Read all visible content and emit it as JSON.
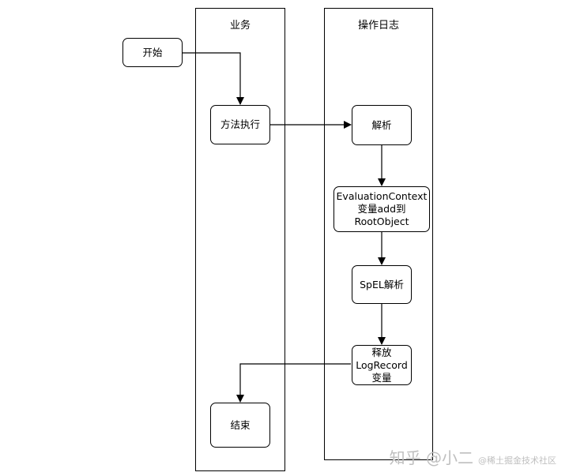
{
  "lanes": {
    "business": "业务",
    "oplog": "操作日志"
  },
  "nodes": {
    "start": "开始",
    "execute": "方法执行",
    "parse": "解析",
    "eval_line1": "EvaluationContext",
    "eval_line2": "变量add到",
    "eval_line3": "RootObject",
    "spel": "SpEL解析",
    "release_line1": "释放",
    "release_line2": "LogRecord",
    "release_line3": "变量",
    "end": "结束"
  },
  "watermark": {
    "main": "知乎 @小二",
    "sub": "@稀土掘金技术社区"
  }
}
